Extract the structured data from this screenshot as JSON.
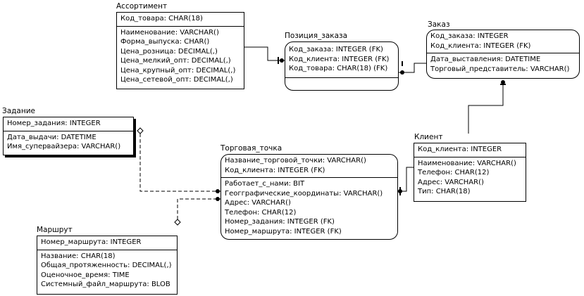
{
  "entities": {
    "assortiment": {
      "name": "Ассортимент",
      "pk": [
        "Код_товара: CHAR(18)"
      ],
      "attrs": [
        "Наименование: VARCHAR()",
        "Форма_выпуска: CHAR()",
        "Цена_розница: DECIMAL(,)",
        "Цена_мелкий_опт: DECIMAL(,)",
        "Цена_крупный_опт: DECIMAL(,)",
        "Цена_сетевой_опт: DECIMAL(,)"
      ]
    },
    "poziciya": {
      "name": "Позиция_заказа",
      "pk": [
        "Код_заказа: INTEGER (FK)",
        "Код_клиента: INTEGER (FK)",
        "Код_товара: CHAR(18) (FK)"
      ],
      "attrs": []
    },
    "zakaz": {
      "name": "Заказ",
      "pk": [
        "Код_заказа: INTEGER",
        "Код_клиента: INTEGER (FK)"
      ],
      "attrs": [
        "Дата_выставления: DATETIME",
        "Торговый_представитель: VARCHAR()"
      ]
    },
    "zadanie": {
      "name": "Задание",
      "pk": [
        "Номер_задания: INTEGER"
      ],
      "attrs": [
        "Дата_выдачи: DATETIME",
        "Имя_супервайзера: VARCHAR()"
      ]
    },
    "tochka": {
      "name": "Торговая_точка",
      "pk": [
        "Название_торговой_точки: VARCHAR()",
        "Код_клиента: INTEGER (FK)"
      ],
      "attrs": [
        "Работает_с_нами: BIT",
        "Геогграфические_координаты: VARCHAR()",
        "Адрес: VARCHAR()",
        "Телефон: CHAR(12)",
        "Номер_задания: INTEGER (FK)",
        "Номер_маршрута: INTEGER (FK)"
      ]
    },
    "klient": {
      "name": "Клиент",
      "pk": [
        "Код_клиента: INTEGER"
      ],
      "attrs": [
        "Наименование: VARCHAR()",
        "Телефон: CHAR(12)",
        "Адрес: VARCHAR()",
        "Тип: CHAR(18)"
      ]
    },
    "marshrut": {
      "name": "Маршрут",
      "pk": [
        "Номер_маршрута: INTEGER"
      ],
      "attrs": [
        "Название: CHAR(18)",
        "Общая_протяженность: DECIMAL(,)",
        "Оценочное_время: TIME",
        "Системный_файл_маршрута: BLOB"
      ]
    }
  }
}
